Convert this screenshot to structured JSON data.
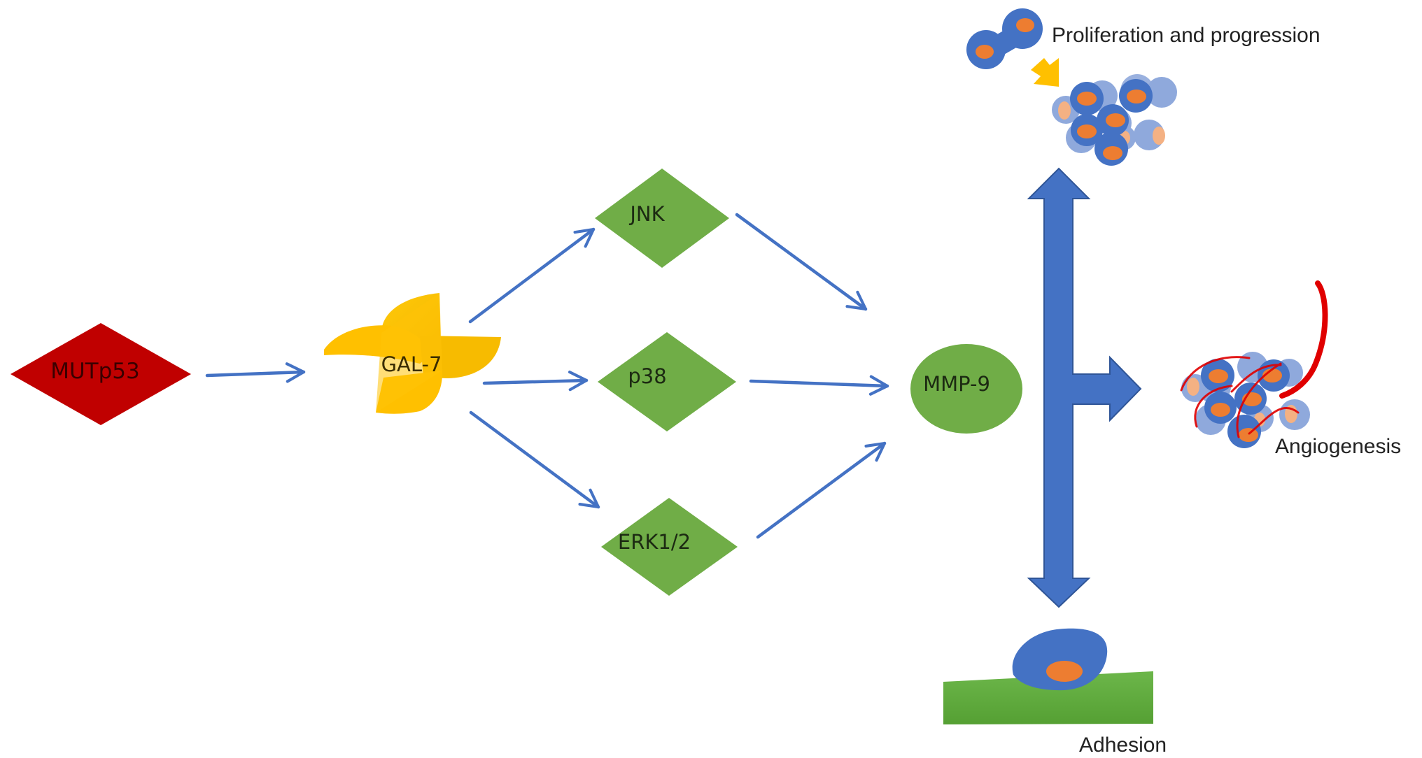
{
  "diagram": {
    "type": "signaling-pathway",
    "colors": {
      "upstream_node": "#c00000",
      "ligand": "#ffc000",
      "kinase": "#70ad47",
      "effector": "#70ad47",
      "edge": "#4472c4",
      "cell_body": "#4472c4",
      "cell_nucleus": "#ed7d31",
      "vessel": "#e00000",
      "substrate": "#5fa83c"
    },
    "nodes": {
      "mutp53": {
        "label": "MUTp53",
        "shape": "diamond"
      },
      "gal7": {
        "label": "GAL-7",
        "shape": "four-lobed"
      },
      "jnk": {
        "label": "JNK",
        "shape": "diamond"
      },
      "p38": {
        "label": "p38",
        "shape": "diamond"
      },
      "erk": {
        "label": "ERK1/2",
        "shape": "diamond"
      },
      "mmp9": {
        "label": "MMP-9",
        "shape": "ellipse"
      }
    },
    "edges": [
      {
        "from": "MUTp53",
        "to": "GAL-7"
      },
      {
        "from": "GAL-7",
        "to": "JNK"
      },
      {
        "from": "GAL-7",
        "to": "p38"
      },
      {
        "from": "GAL-7",
        "to": "ERK1/2"
      },
      {
        "from": "JNK",
        "to": "MMP-9"
      },
      {
        "from": "p38",
        "to": "MMP-9"
      },
      {
        "from": "ERK1/2",
        "to": "MMP-9"
      }
    ],
    "outcomes": {
      "proliferation": {
        "label": "Proliferation and progression",
        "icon": "cell-cluster-icon"
      },
      "angiogenesis": {
        "label": "Angiogenesis",
        "icon": "vascularized-cluster-icon"
      },
      "adhesion": {
        "label": "Adhesion",
        "icon": "adherent-cell-icon"
      }
    }
  }
}
